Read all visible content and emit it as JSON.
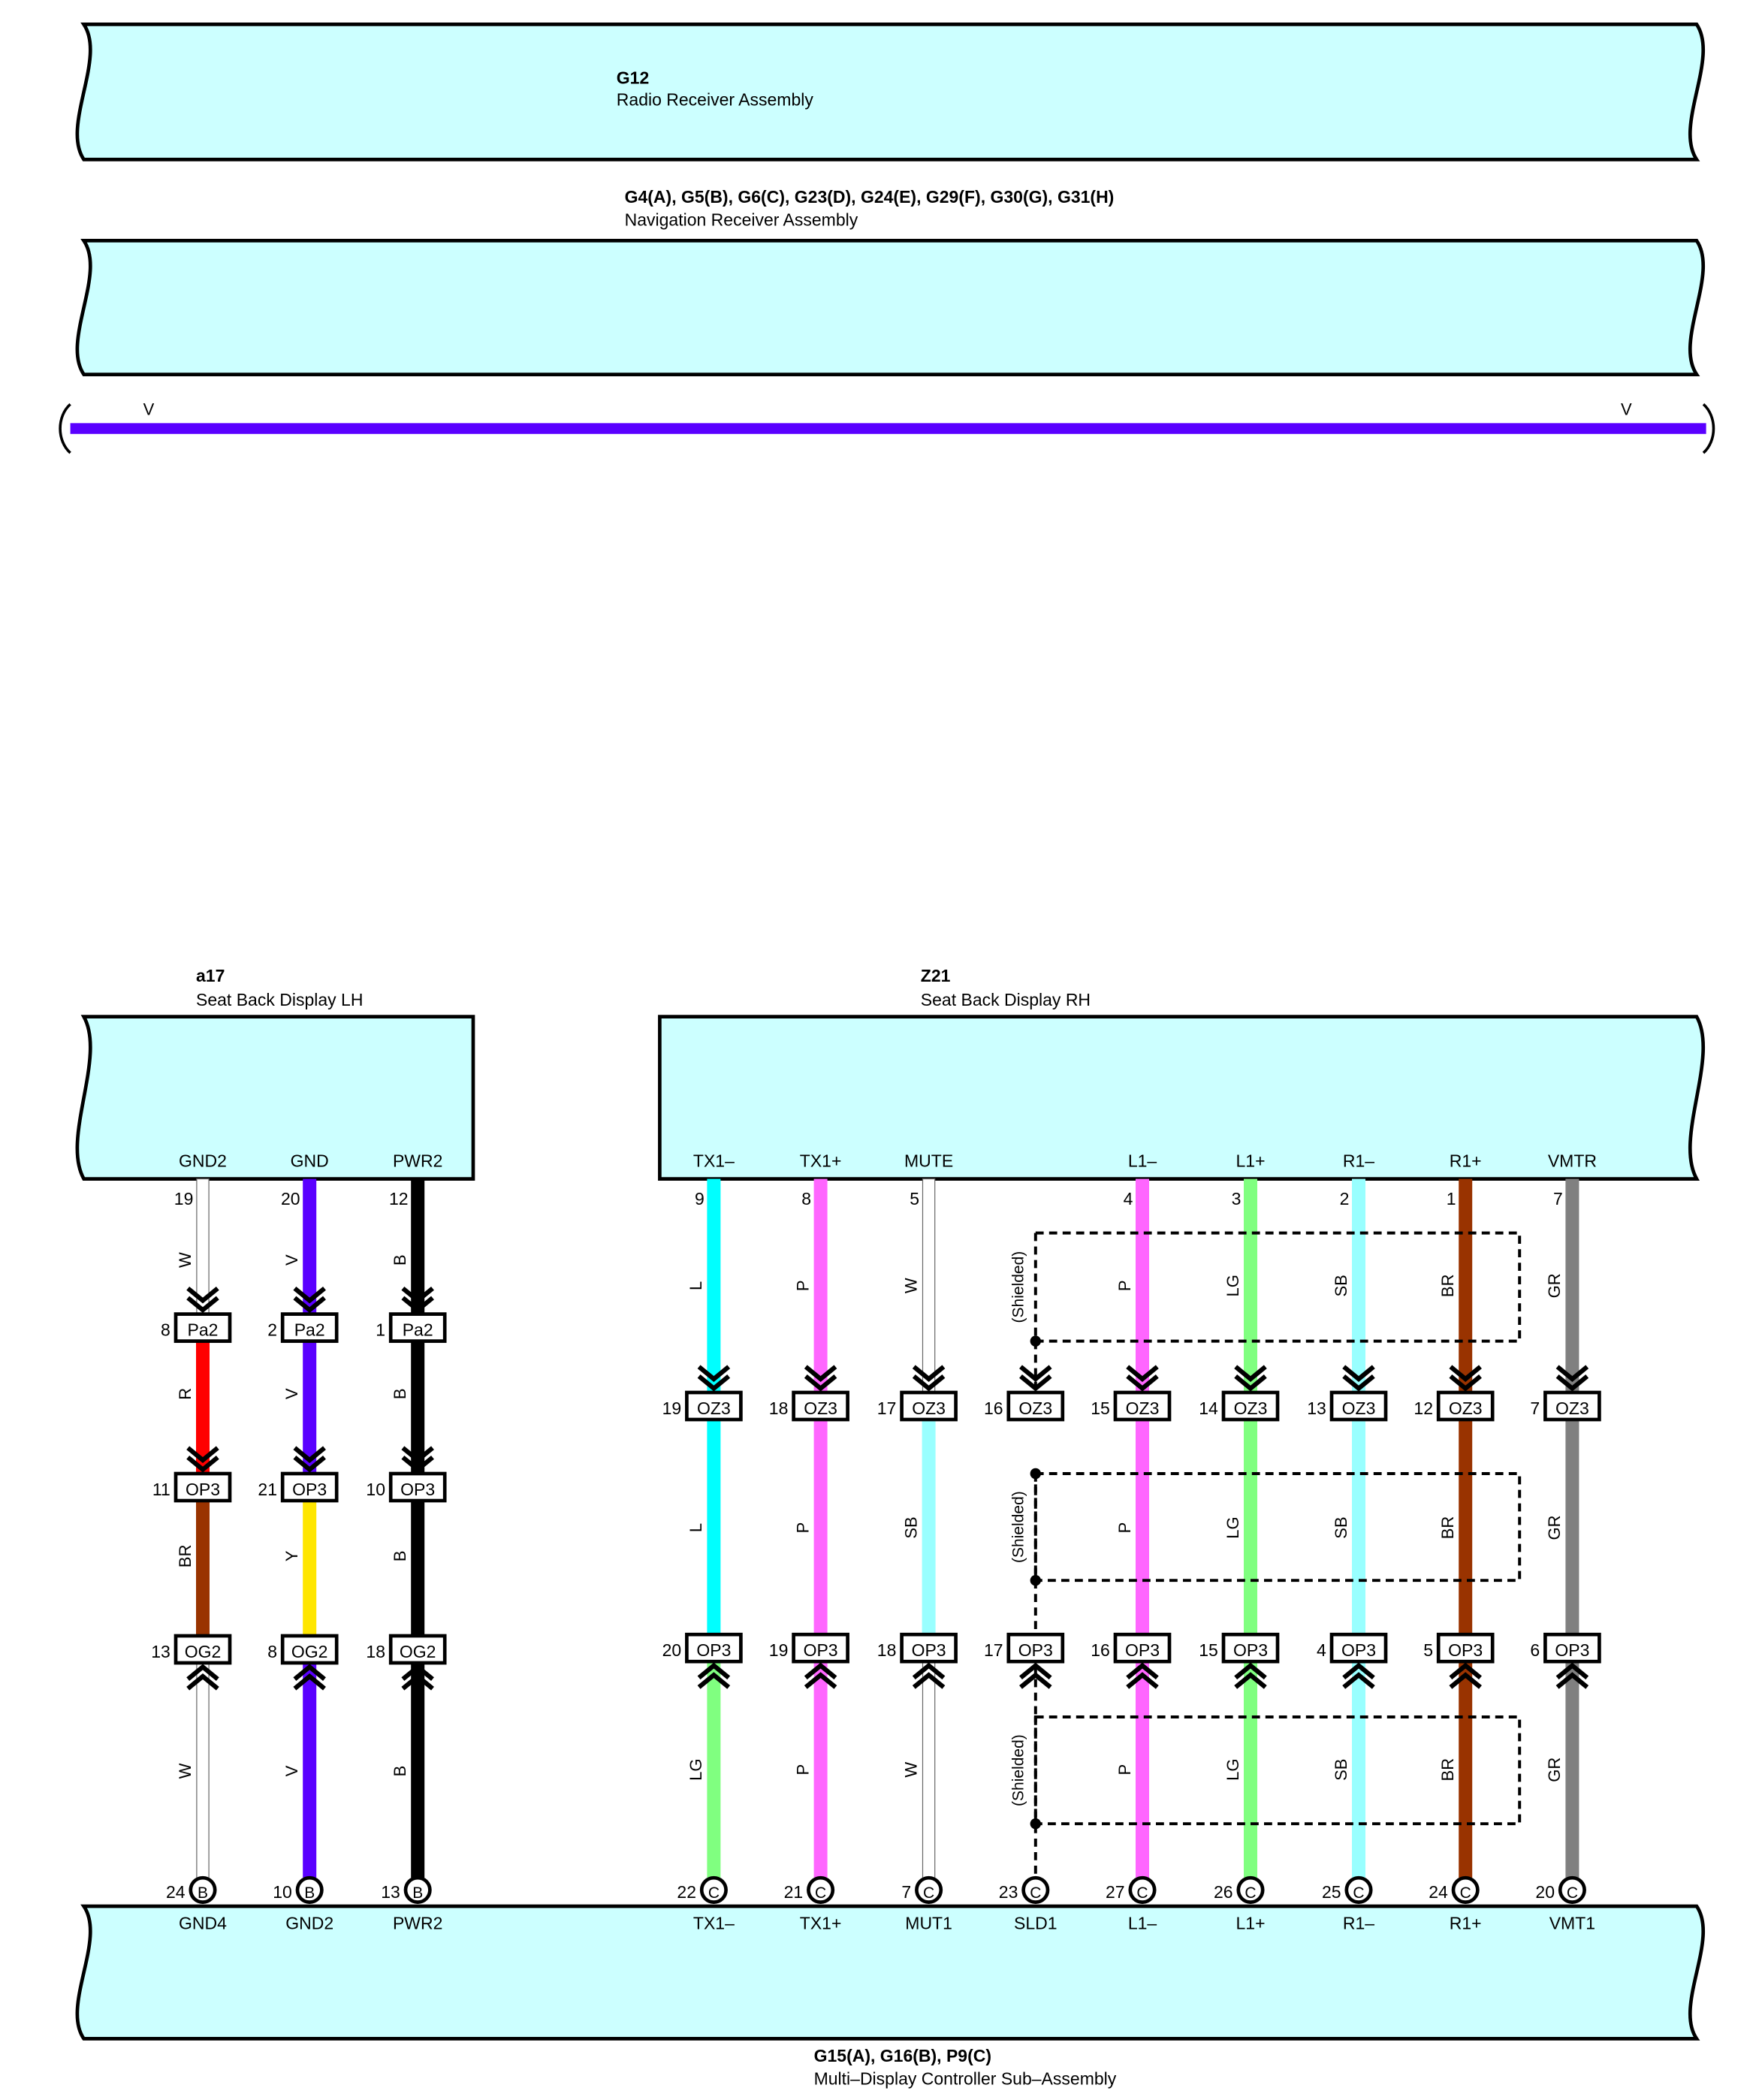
{
  "components": {
    "radio": {
      "code": "G12",
      "name": "Radio Receiver Assembly"
    },
    "navigation": {
      "code": "G4(A), G5(B), G6(C), G23(D), G24(E), G29(F), G30(G), G31(H)",
      "name": "Navigation Receiver Assembly"
    },
    "lh_display": {
      "code": "a17",
      "name": "Seat Back Display LH"
    },
    "rh_display": {
      "code": "Z21",
      "name": "Seat Back Display RH"
    },
    "controller": {
      "code": "G15(A), G16(B), P9(C)",
      "name": "Multi–Display Controller Sub–Assembly"
    }
  },
  "v_bus": {
    "left_label": "V",
    "right_label": "V",
    "color": "#5a00ff"
  },
  "wire_colors": {
    "W": "#ffffff",
    "V": "#5a00ff",
    "B": "#000000",
    "R": "#ff0000",
    "BR": "#993300",
    "Y": "#ffe600",
    "L": "#00ffff",
    "P": "#ff66ff",
    "SB": "#99ffff",
    "LG": "#80ff80",
    "GR": "#808080"
  },
  "shielded_label": "(Shielded)",
  "circuits": [
    {
      "id": "gnd2",
      "top_name": "GND2",
      "top_pin": "19",
      "w1": "W",
      "c1_pin": "8",
      "c1": "Pa2",
      "w2": "R",
      "c2_pin": "11",
      "c2": "OP3",
      "w3": "BR",
      "c3_pin": "13",
      "c3": "OG2",
      "w4": "W",
      "bot_pin": "24",
      "bot_conn": "B",
      "bot_name": "GND4"
    },
    {
      "id": "gnd",
      "top_name": "GND",
      "top_pin": "20",
      "w1": "V",
      "c1_pin": "2",
      "c1": "Pa2",
      "w2": "V",
      "c2_pin": "21",
      "c2": "OP3",
      "w3": "Y",
      "c3_pin": "8",
      "c3": "OG2",
      "w4": "V",
      "bot_pin": "10",
      "bot_conn": "B",
      "bot_name": "GND2"
    },
    {
      "id": "pwr2",
      "top_name": "PWR2",
      "top_pin": "12",
      "w1": "B",
      "c1_pin": "1",
      "c1": "Pa2",
      "w2": "B",
      "c2_pin": "10",
      "c2": "OP3",
      "w3": "B",
      "c3_pin": "18",
      "c3": "OG2",
      "w4": "B",
      "bot_pin": "13",
      "bot_conn": "B",
      "bot_name": "PWR2"
    },
    {
      "id": "tx1m",
      "top_name": "TX1–",
      "top_pin": "9",
      "w1": "L",
      "c1_pin": "19",
      "c1": "OZ3",
      "w2": "L",
      "c2_pin": "20",
      "c2": "OP3",
      "w3": "LG",
      "bot_pin": "22",
      "bot_conn": "C",
      "bot_name": "TX1–"
    },
    {
      "id": "tx1p",
      "top_name": "TX1+",
      "top_pin": "8",
      "w1": "P",
      "c1_pin": "18",
      "c1": "OZ3",
      "w2": "P",
      "c2_pin": "19",
      "c2": "OP3",
      "w3": "P",
      "bot_pin": "21",
      "bot_conn": "C",
      "bot_name": "TX1+"
    },
    {
      "id": "mute",
      "top_name": "MUTE",
      "top_pin": "5",
      "w1": "W",
      "c1_pin": "17",
      "c1": "OZ3",
      "w2": "SB",
      "c2_pin": "18",
      "c2": "OP3",
      "w3": "W",
      "bot_pin": "7",
      "bot_conn": "C",
      "bot_name": "MUT1"
    },
    {
      "id": "sld",
      "top_name": "",
      "top_pin": "",
      "w1": "",
      "c1_pin": "16",
      "c1": "OZ3",
      "w2": "",
      "c2_pin": "17",
      "c2": "OP3",
      "w3": "",
      "bot_pin": "23",
      "bot_conn": "C",
      "bot_name": "SLD1"
    },
    {
      "id": "l1m",
      "top_name": "L1–",
      "top_pin": "4",
      "w1": "P",
      "c1_pin": "15",
      "c1": "OZ3",
      "w2": "P",
      "c2_pin": "16",
      "c2": "OP3",
      "w3": "P",
      "bot_pin": "27",
      "bot_conn": "C",
      "bot_name": "L1–"
    },
    {
      "id": "l1p",
      "top_name": "L1+",
      "top_pin": "3",
      "w1": "LG",
      "c1_pin": "14",
      "c1": "OZ3",
      "w2": "LG",
      "c2_pin": "15",
      "c2": "OP3",
      "w3": "LG",
      "bot_pin": "26",
      "bot_conn": "C",
      "bot_name": "L1+"
    },
    {
      "id": "r1m",
      "top_name": "R1–",
      "top_pin": "2",
      "w1": "SB",
      "c1_pin": "13",
      "c1": "OZ3",
      "w2": "SB",
      "c2_pin": "4",
      "c2": "OP3",
      "w3": "SB",
      "bot_pin": "25",
      "bot_conn": "C",
      "bot_name": "R1–"
    },
    {
      "id": "r1p",
      "top_name": "R1+",
      "top_pin": "1",
      "w1": "BR",
      "c1_pin": "12",
      "c1": "OZ3",
      "w2": "BR",
      "c2_pin": "5",
      "c2": "OP3",
      "w3": "BR",
      "bot_pin": "24",
      "bot_conn": "C",
      "bot_name": "R1+"
    },
    {
      "id": "vmtr",
      "top_name": "VMTR",
      "top_pin": "7",
      "w1": "GR",
      "c1_pin": "7",
      "c1": "OZ3",
      "w2": "GR",
      "c2_pin": "6",
      "c2": "OP3",
      "w3": "GR",
      "bot_pin": "20",
      "bot_conn": "C",
      "bot_name": "VMT1"
    }
  ]
}
